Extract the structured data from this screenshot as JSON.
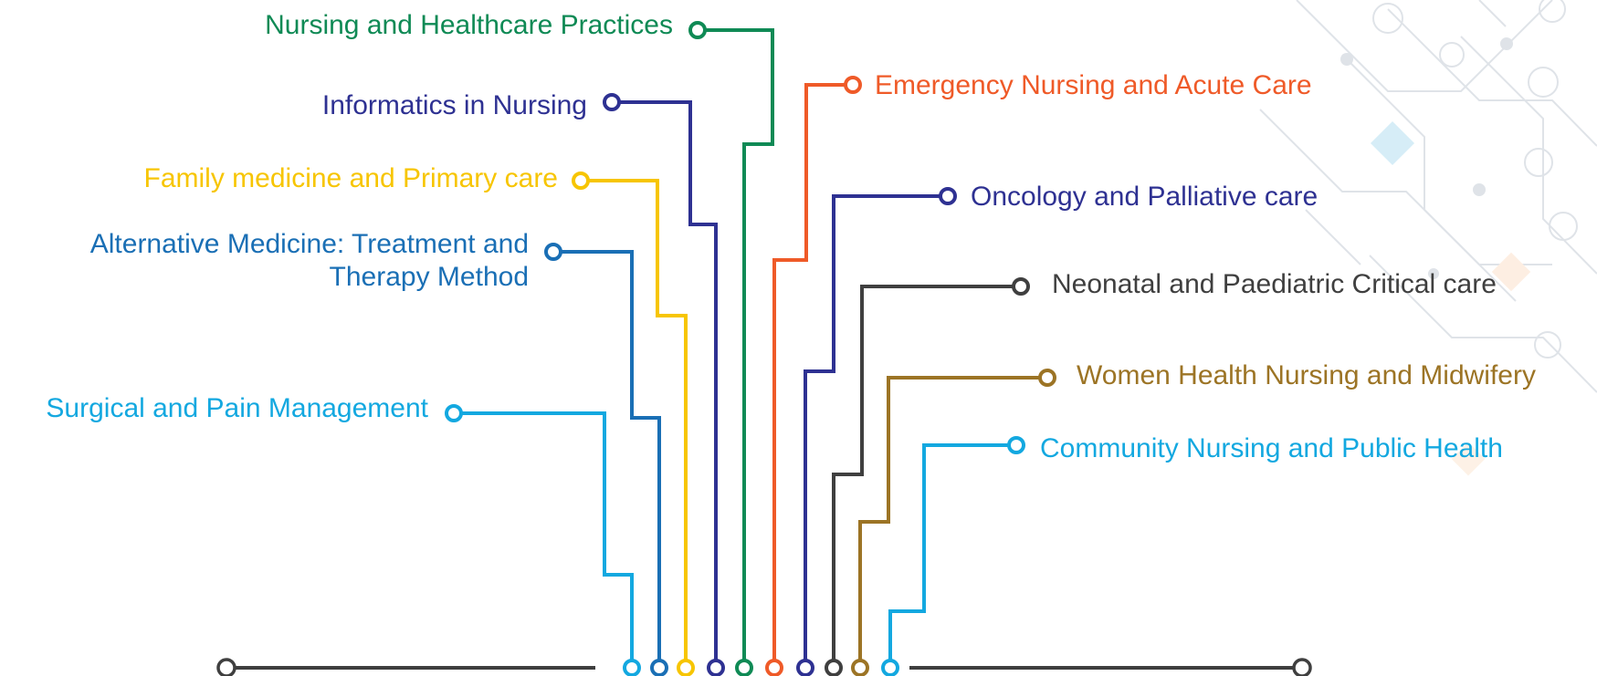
{
  "colors": {
    "green": "#0f8a55",
    "navy": "#2e3192",
    "yellow": "#f7c500",
    "blue": "#1a6fb5",
    "cyan": "#13a8e0",
    "orange": "#ef5a28",
    "dark": "#3f3f3f",
    "brown": "#9c7425"
  },
  "topics": {
    "nursing_healthcare": "Nursing and Healthcare Practices",
    "informatics": "Informatics in Nursing",
    "family_medicine": "Family medicine and Primary care",
    "alternative_medicine": "Alternative Medicine: Treatment and Therapy Method",
    "surgical_pain": "Surgical and Pain Management",
    "emergency": "Emergency Nursing and Acute Care",
    "oncology": "Oncology and Palliative care",
    "neonatal": "Neonatal and Paediatric Critical care",
    "women_health": "Women Health Nursing and Midwifery",
    "community": "Community Nursing and Public Health"
  }
}
